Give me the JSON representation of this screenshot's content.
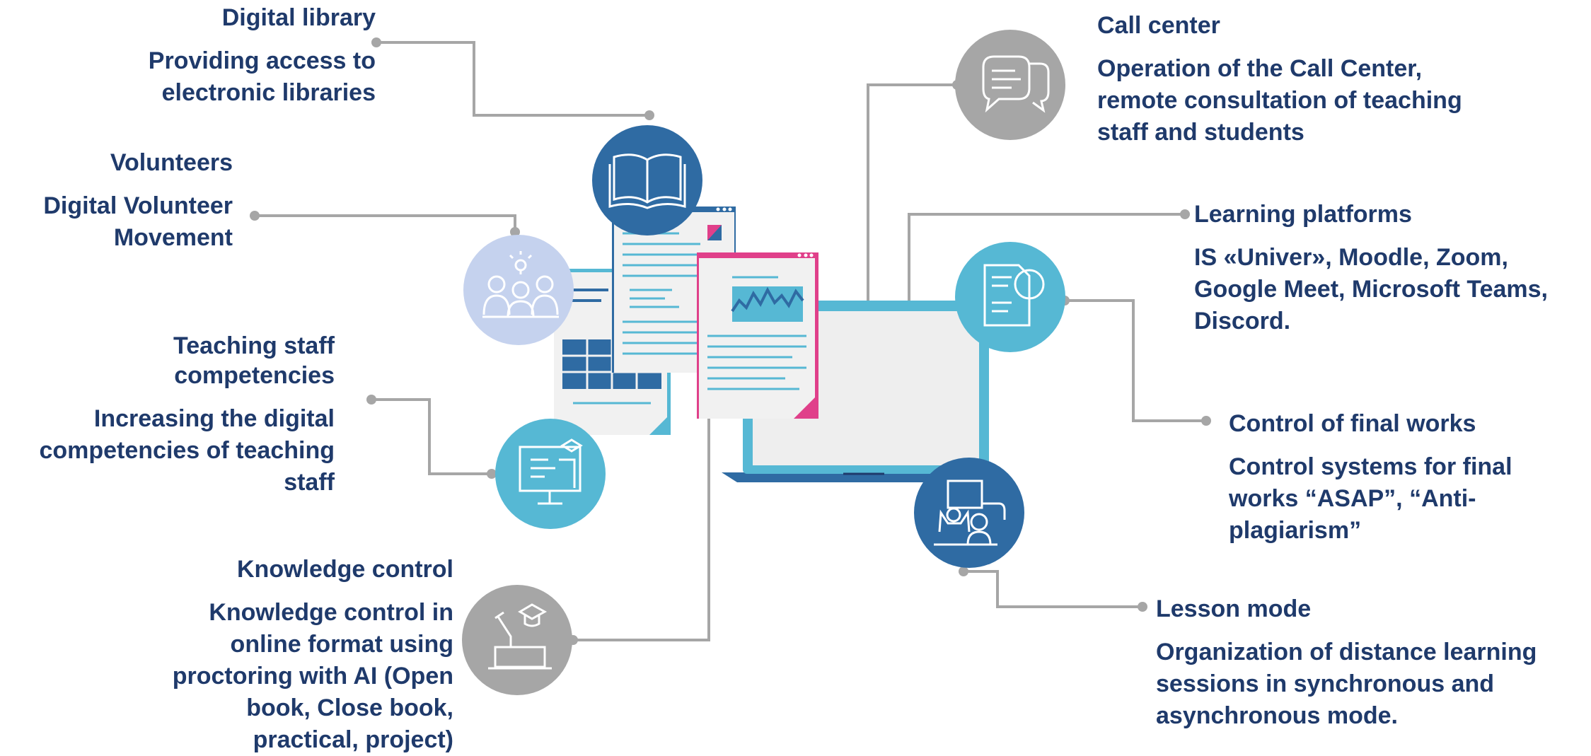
{
  "colors": {
    "text": "#1f3a6b",
    "connector": "#a6a6a6",
    "dark_blue": "#2f6ba3",
    "light_blue": "#56b8d4",
    "grey": "#a6a6a6",
    "lavender": "#c5d2ee",
    "pink": "#e0408a"
  },
  "items": [
    {
      "id": "digital-library",
      "title": "Digital library",
      "desc": "Providing access to electronic libraries",
      "icon": "open-book-icon",
      "circle_color": "dark_blue"
    },
    {
      "id": "volunteers",
      "title": "Volunteers",
      "desc": "Digital Volunteer Movement",
      "icon": "people-idea-icon",
      "circle_color": "lavender"
    },
    {
      "id": "teaching-staff",
      "title": "Teaching staff competencies",
      "desc": "Increasing the digital competencies of teaching staff",
      "icon": "teacher-monitor-icon",
      "circle_color": "light_blue"
    },
    {
      "id": "knowledge-control",
      "title": "Knowledge control",
      "desc": "Knowledge control in online format using proctoring with AI (Open book, Close book, practical, project)",
      "icon": "hand-graduation-cap-icon",
      "circle_color": "grey"
    },
    {
      "id": "call-center",
      "title": "Call center",
      "desc": "Operation of the Call Center, remote consultation of teaching staff and students",
      "icon": "chat-bubbles-icon",
      "circle_color": "grey"
    },
    {
      "id": "learning-platforms",
      "title": "Learning platforms",
      "desc": "IS «Univer», Moodle, Zoom, Google Meet, Microsoft Teams, Discord.",
      "icon": "document-magnifier-icon",
      "circle_color": "light_blue"
    },
    {
      "id": "final-works",
      "title": "Control of final works",
      "desc": "Control systems for final works “ASAP”, “Anti-plagiarism”",
      "icon": "",
      "circle_color": ""
    },
    {
      "id": "lesson-mode",
      "title": "Lesson mode",
      "desc": "Organization of distance learning sessions in synchronous and asynchronous mode.",
      "icon": "lesson-board-icon",
      "circle_color": "dark_blue"
    }
  ]
}
